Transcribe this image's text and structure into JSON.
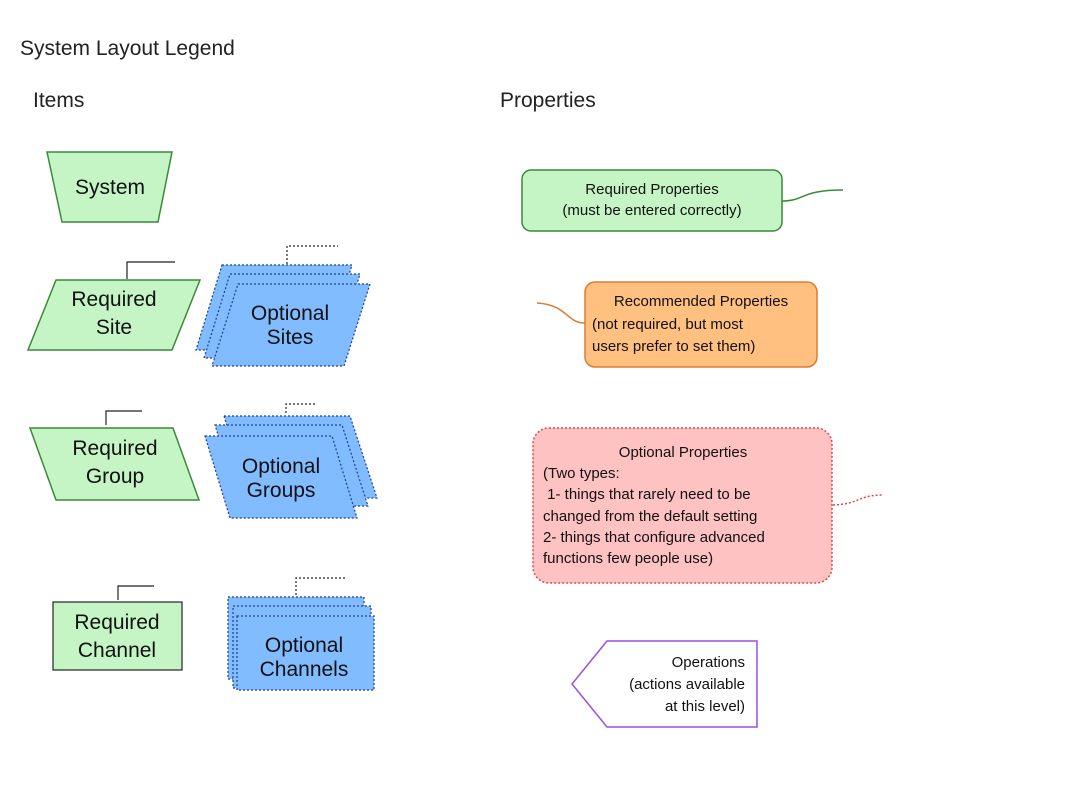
{
  "title": "System Layout Legend",
  "items": {
    "heading": "Items",
    "system": [
      "System"
    ],
    "required_site": [
      "Required",
      "Site"
    ],
    "optional_sites": [
      "Optional",
      "Sites"
    ],
    "required_group": [
      "Required",
      "Group"
    ],
    "optional_groups": [
      "Optional",
      "Groups"
    ],
    "required_channel": [
      "Required",
      "Channel"
    ],
    "optional_channels": [
      "Optional",
      "Channels"
    ]
  },
  "properties": {
    "heading": "Properties",
    "required": [
      "Required Properties",
      "(must be entered correctly)"
    ],
    "recommended": [
      "Recommended Properties",
      "(not required, but most",
      "users prefer to set them)"
    ],
    "optional": [
      "Optional Properties",
      "(Two types:",
      " 1- things that rarely need to be",
      "changed from the default setting",
      "2- things that configure advanced",
      "functions few people use)"
    ],
    "operations": [
      "Operations",
      "(actions available",
      "at this level)"
    ]
  },
  "colors": {
    "required_fill": "#c5f5c5",
    "required_stroke": "#3a8a3a",
    "optional_fill": "#80bcff",
    "optional_stroke": "#1f3f8f",
    "recommended_fill": "#ffc080",
    "recommended_stroke": "#e07a30",
    "optional_prop_fill": "#ffc2c2",
    "optional_prop_stroke": "#e04848",
    "operations_stroke": "#9b50d8"
  }
}
